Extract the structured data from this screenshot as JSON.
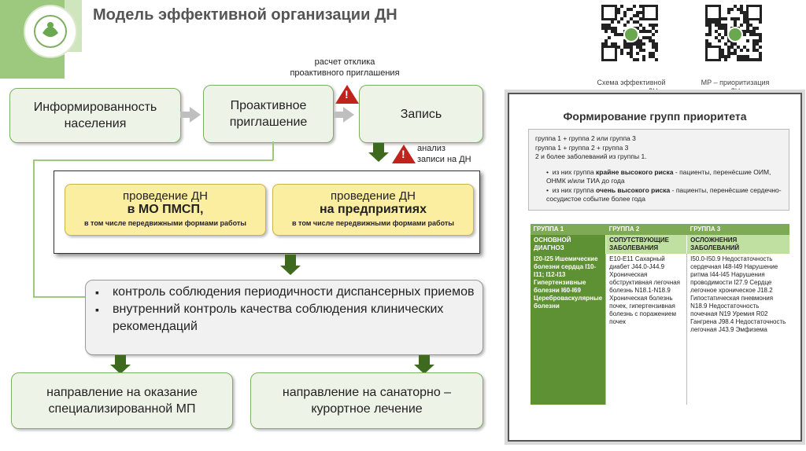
{
  "title": "Модель эффективной организации ДН",
  "qr": {
    "left_caption_1": "Схема эффективной",
    "left_caption_2": "организации ДН",
    "right_caption_1": "МР – приоритизация",
    "right_caption_2": "ДН"
  },
  "flow": {
    "top_note_1": "расчет отклика",
    "top_note_2": "проактивного приглашения",
    "box_awareness_1": "Информированность",
    "box_awareness_2": "населения",
    "box_invite_1": "Проактивное",
    "box_invite_2": "приглашение",
    "box_record": "Запись",
    "analysis_note_1": "анализ",
    "analysis_note_2": "записи на ДН",
    "warn_symbol": "!",
    "yellow_left": {
      "l1": "проведение ДН",
      "l2": "в МО ПМСП,",
      "l3": "в том числе передвижными формами работы"
    },
    "yellow_right": {
      "l1": "проведение ДН",
      "l2": "на предприятиях",
      "l3": "в том числе передвижными формами работы"
    },
    "control_items": [
      "контроль соблюдения периодичности диспансерных приемов",
      "внутренний контроль качества соблюдения клинических рекомендаций"
    ],
    "box_specialized_1": "направление на оказание",
    "box_specialized_2": "специализированной МП",
    "box_sanatorium_1": "направление на санаторно –",
    "box_sanatorium_2": "курортное лечение"
  },
  "panel": {
    "title": "Формирование групп приоритета",
    "info_lines": [
      "группа 1 + группа 2 или группа 3",
      "группа 1 + группа 2 + группа 3",
      "2 и более заболеваний из группы 1."
    ],
    "info_bullet_1a": "из них группа ",
    "info_bullet_1b": "крайне высокого риска",
    "info_bullet_1c": " - пациенты, перенёсшие ОИМ, ОНМК и/или ТИА до года",
    "info_bullet_2a": "из них группа ",
    "info_bullet_2b": "очень высокого риска",
    "info_bullet_2c": " - пациенты, перенёсшие сердечно-сосудистое событие более года",
    "table": {
      "headers": [
        "ГРУППА 1",
        "ГРУППА 2",
        "ГРУППА 3"
      ],
      "subheaders": [
        "ОСНОВНОЙ ДИАГНОЗ",
        "СОПУТСТВУЮЩИЕ ЗАБОЛЕВАНИЯ",
        "ОСЛОЖНЕНИЯ ЗАБОЛЕВАНИЙ"
      ],
      "col1": "I20-I25 Ишемические болезни сердца I10-I11; I12-I13 Гипертензивные болезни I60-I69 Цереброваскулярные болезни",
      "col2": "E10-E11 Сахарный диабет J44.0-J44.9 Хроническая обструктивная легочная болезнь N18.1-N18.9 Хроническая болезнь почек, гипертензивная болезнь с поражением почек",
      "col3": "I50.0-I50.9 Недостаточность сердечная I48-I49 Нарушение ритма I44-I45 Нарушения проводимости I27.9 Сердце легочное хроническое J18.2 Гипостатическая пневмония N18.9 Недостаточность почечная N19 Уремия R02 Гангрена J98.4 Недостаточность легочная J43.9 Эмфизема"
    }
  }
}
